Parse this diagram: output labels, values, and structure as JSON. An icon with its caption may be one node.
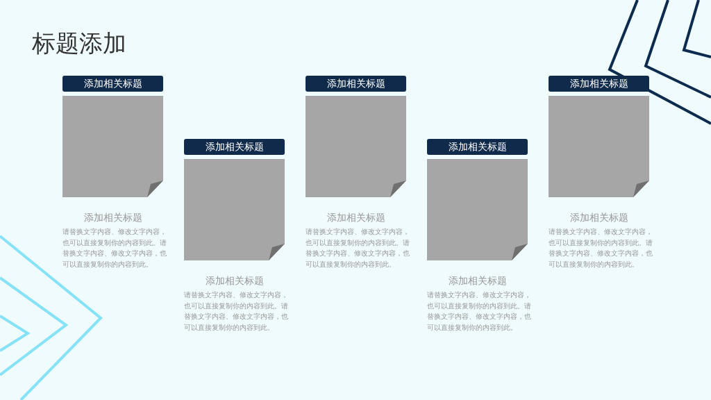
{
  "diagram": {
    "title": "标题添加",
    "nodes": [
      {
        "text": [
          "添加相关标题"
        ]
      },
      {
        "text": [],
        "shape": "box",
        "beside": [
          "添加相关标题",
          "请替换文字内容、修改文字内容，也可以直接复制你的内容到此。请替换文字内容、修改文字内容，也可以直接复制你的内容到此。"
        ]
      },
      {
        "text": [
          "添加相关标题"
        ]
      },
      {
        "text": [],
        "shape": "box",
        "beside": [
          "添加相关标题",
          "请替换文字内容、修改文字内容，也可以直接复制你的内容到此。请替换文字内容、修改文字内容，也可以直接复制你的内容到此。"
        ]
      },
      {
        "text": [
          "添加相关标题"
        ]
      },
      {
        "text": [],
        "shape": "box",
        "beside": [
          "添加相关标题",
          "请替换文字内容、修改文字内容，也可以直接复制你的内容到此。请替换文字内容、修改文字内容，也可以直接复制你的内容到此。"
        ]
      },
      {
        "text": [
          "添加相关标题"
        ]
      },
      {
        "text": [],
        "shape": "box",
        "beside": [
          "添加相关标题",
          "请替换文字内容、修改文字内容，也可以直接复制你的内容到此。请替换文字内容、修改文字内容，也可以直接复制你的内容到此。"
        ]
      },
      {
        "text": [
          "添加相关标题"
        ]
      },
      {
        "text": [],
        "shape": "box",
        "beside": [
          "添加相关标题",
          "请替换文字内容、修改文字内容，也可以直接复制你的内容到此。请替换文字内容、修改文字内容，也可以直接复制你的内容到此。"
        ]
      }
    ]
  }
}
